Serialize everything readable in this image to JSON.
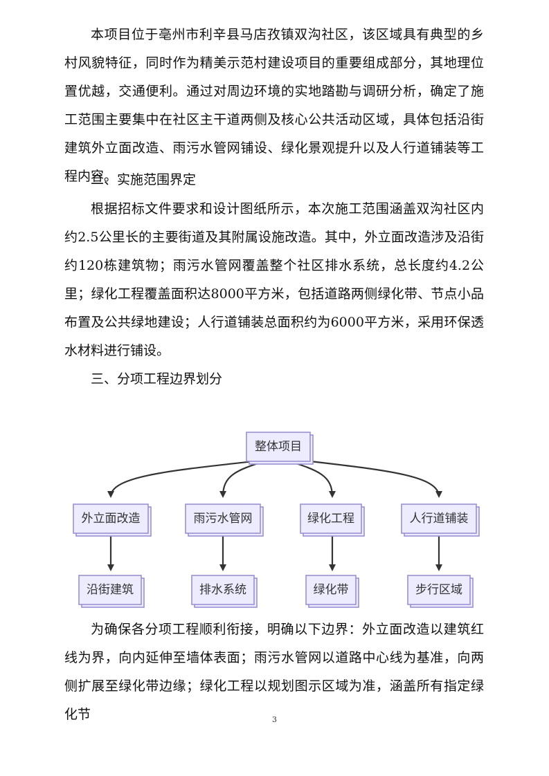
{
  "document": {
    "paragraph_1": "本项目位于亳州市利辛县马店孜镇双沟社区，该区域具有典型的乡村风貌特征，同时作为精美示范村建设项目的重要组成部分，其地理位置优越，交通便利。通过对周边环境的实地踏勘与调研分析，确定了施工范围主要集中在社区主干道两侧及核心公共活动区域，具体包括沿街建筑外立面改造、雨污水管网铺设、绿化景观提升以及人行道铺装等工程内容。",
    "heading_2": "二、实施范围界定",
    "paragraph_2": "根据招标文件要求和设计图纸所示，本次施工范围涵盖双沟社区内约2.5公里长的主要街道及其附属设施改造。其中，外立面改造涉及沿街约120栋建筑物；雨污水管网覆盖整个社区排水系统，总长度约4.2公里；绿化工程覆盖面积达8000平方米，包括道路两侧绿化带、节点小品布置及公共绿地建设；人行道铺装总面积约为6000平方米，采用环保透水材料进行铺设。",
    "heading_3": "三、分项工程边界划分",
    "paragraph_3": "为确保各分项工程顺利衔接，明确以下边界：外立面改造以建筑红线为界，向内延伸至墙体表面；雨污水管网以道路中心线为基准，向两侧扩展至绿化带边缘；绿化工程以规划图示区域为准，涵盖所有指定绿化节",
    "page_number": "3"
  },
  "diagram": {
    "root": "整体项目",
    "branches": [
      {
        "label": "外立面改造",
        "child": "沿街建筑"
      },
      {
        "label": "雨污水管网",
        "child": "排水系统"
      },
      {
        "label": "绿化工程",
        "child": "绿化带"
      },
      {
        "label": "人行道铺装",
        "child": "步行区域"
      }
    ]
  },
  "colors": {
    "node_fill": "#ececfe",
    "node_border": "#9a8fd0",
    "edge": "#333333"
  }
}
